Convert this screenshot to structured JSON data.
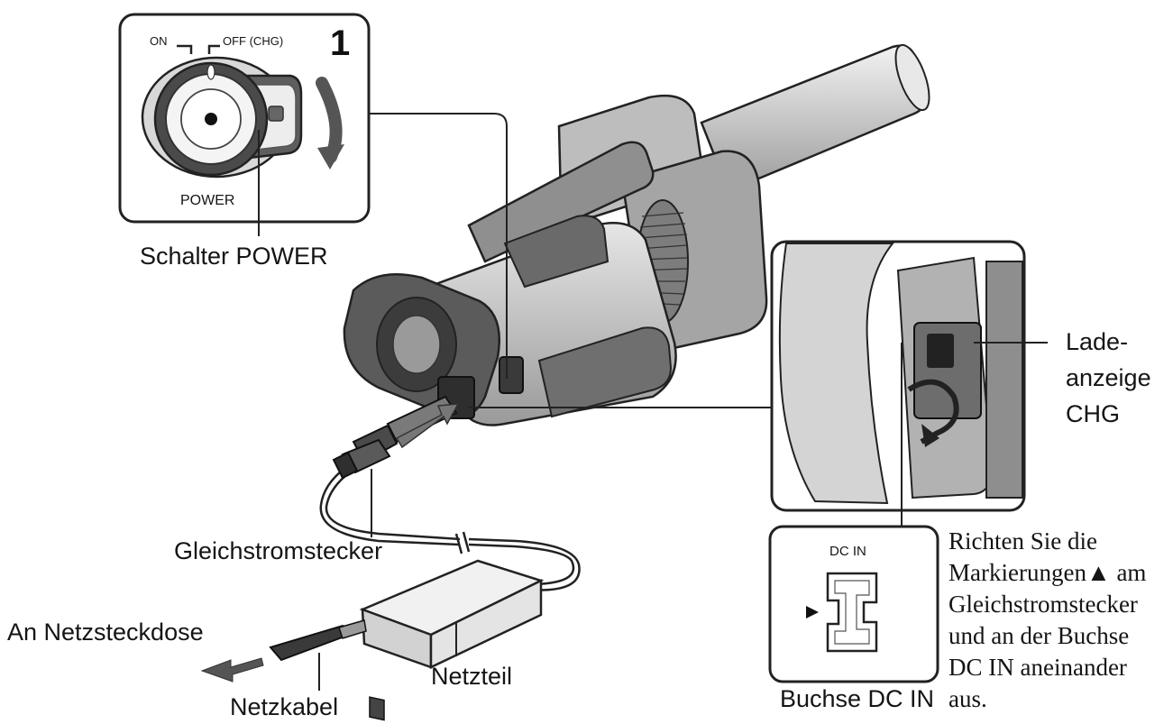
{
  "inset_power": {
    "on_label": "ON",
    "off_label": "OFF (CHG)",
    "step_number": "1",
    "power_label": "POWER"
  },
  "labels": {
    "schalter_power": "Schalter POWER",
    "lade_line1": "Lade-",
    "lade_line2": "anzeige",
    "lade_line3": "CHG",
    "gleichstromstecker": "Gleichstromstecker",
    "an_netzsteckdose": "An Netzsteckdose",
    "netzteil": "Netzteil",
    "netzkabel": "Netzkabel",
    "buchse_dc_in": "Buchse DC IN"
  },
  "inset_dcin": {
    "dc_in_label": "DC IN"
  },
  "instruction": {
    "line1": "Richten Sie die",
    "line2_a": "Markierungen",
    "line2_mark": "▲",
    "line2_b": " am",
    "line3": "Gleichstromstecker",
    "line4": "und an der Buchse",
    "line5": "DC IN aneinander",
    "line6": "aus."
  }
}
